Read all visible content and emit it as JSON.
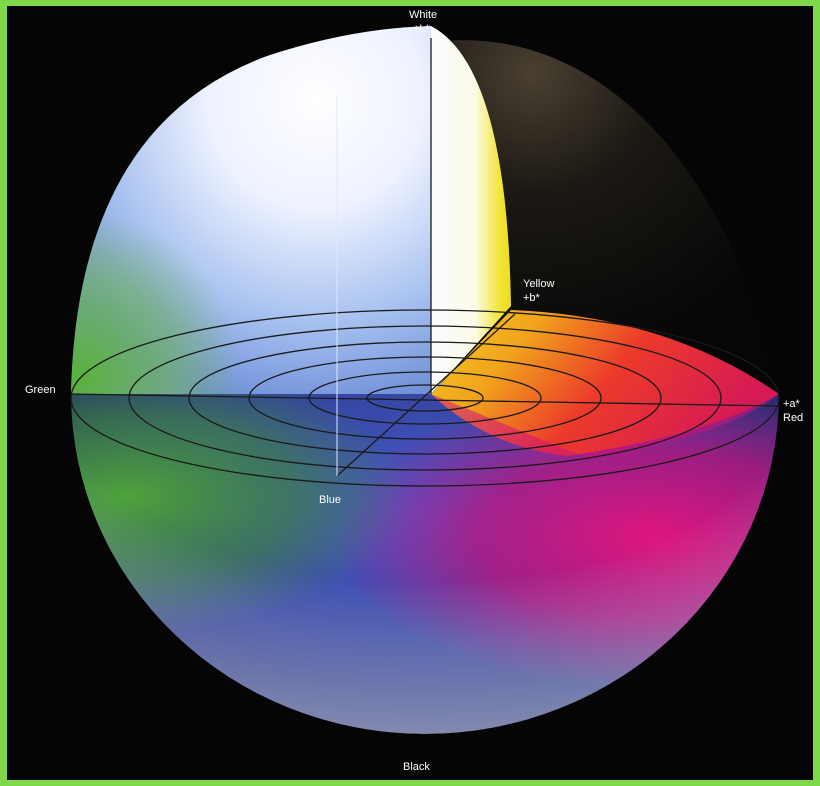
{
  "labels": {
    "white": "White",
    "l_axis": "+L*",
    "yellow": "Yellow",
    "b_axis": "+b*",
    "green": "Green",
    "a_axis": "+a*",
    "red": "Red",
    "blue": "Blue",
    "black": "Black"
  },
  "colors": {
    "frame": "#7ed84a",
    "background": "#050505",
    "white": "#f4f7ff",
    "yellow": "#f2e21a",
    "orange": "#f29a1c",
    "red": "#e8123a",
    "magenta": "#d3167c",
    "blue": "#3a4fbc",
    "green": "#55a83a",
    "lines": "#1a1a1a"
  }
}
